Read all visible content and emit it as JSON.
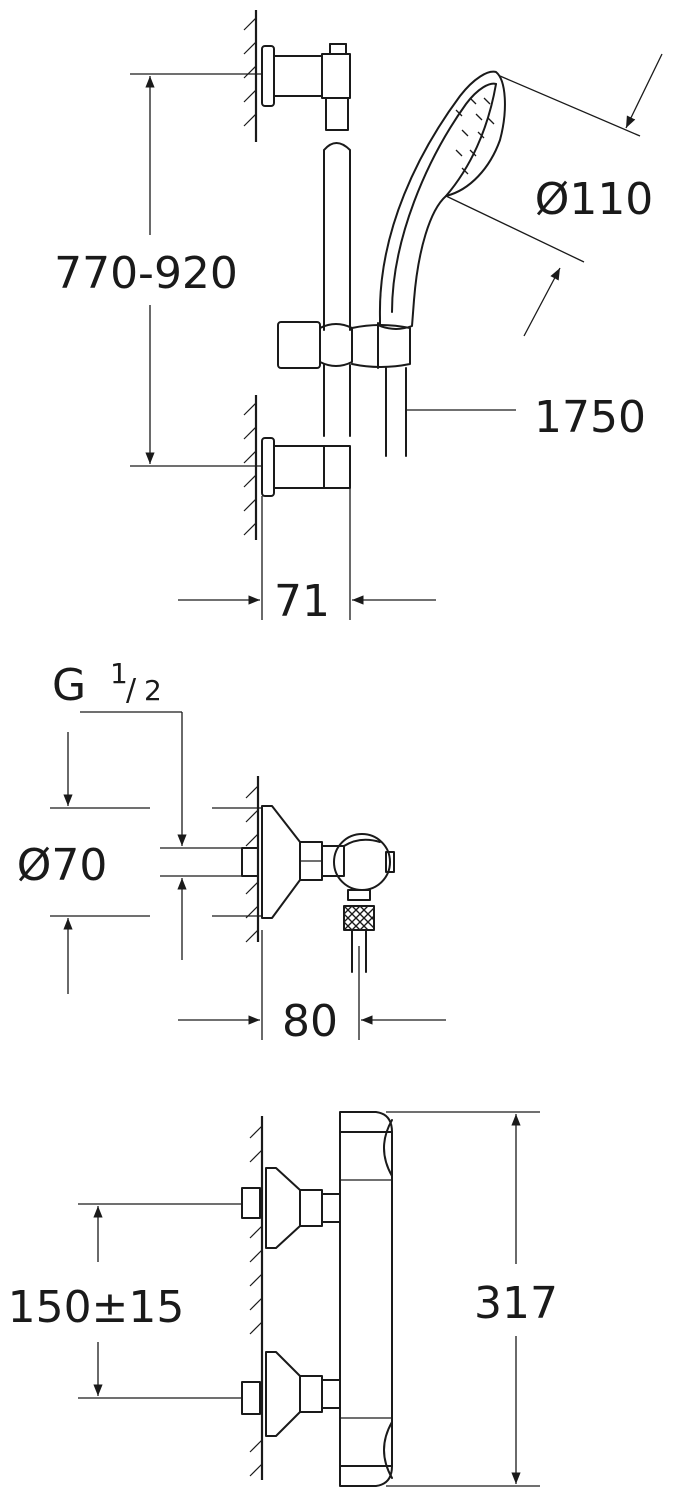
{
  "top_view": {
    "dim_height": "770-920",
    "dim_head_diameter": "Ø110",
    "dim_hose_length": "1750",
    "dim_wall_distance": "71"
  },
  "middle_view": {
    "connection_thread": "G",
    "connection_sup": "1",
    "connection_sub": "2",
    "dim_rosette_diameter": "Ø70",
    "dim_outlet_distance": "80"
  },
  "bottom_view": {
    "dim_inlet_spacing": "150±15",
    "dim_body_height": "317"
  }
}
